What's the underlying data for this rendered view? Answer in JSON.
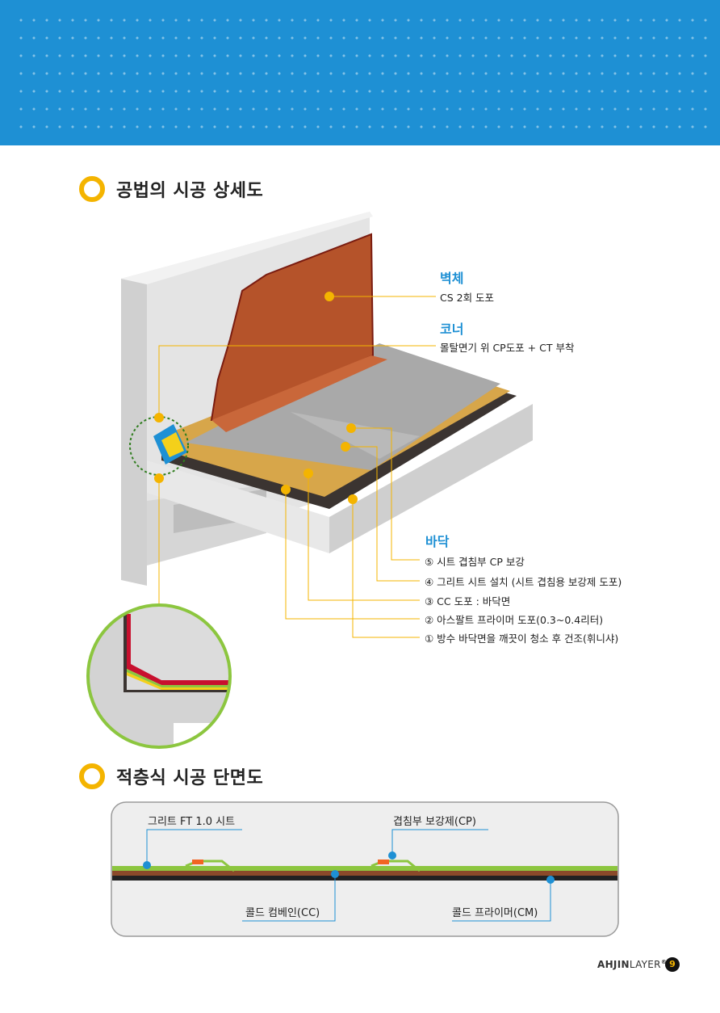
{
  "section1": {
    "title": "공법의 시공 상세도"
  },
  "section2": {
    "title": "적층식 시공 단면도"
  },
  "detail": {
    "wall": {
      "heading": "벽체",
      "text": "CS 2회 도포"
    },
    "corner": {
      "heading": "코너",
      "text": "몰탈면기 위 CP도포 + CT 부착"
    },
    "floor": {
      "heading": "바닥",
      "steps": [
        "⑤ 시트 겹침부 CP 보강",
        "④ 그리트 시트 설치 (시트 겹침용 보강제 도포)",
        "③ CC 도포 : 바닥면",
        "② 아스팔트 프라이머 도포(0.3~0.4리터)",
        "① 방수 바닥면을 깨끗이 청소 후 건조(휘니샤)"
      ]
    }
  },
  "section_view": {
    "labels": {
      "grit_sheet": "그리트 FT 1.0 시트",
      "overlap": "겹침부 보강제(CP)",
      "cold_cc": "콜드 컴베인(CC)",
      "cold_cm": "콜드 프라이머(CM)"
    }
  },
  "footer": {
    "brand_bold": "AHJIN",
    "brand_thin": "LAYER",
    "reg": "®",
    "page": "9"
  },
  "colors": {
    "accent": "#1e90d4",
    "dot": "#f4b400",
    "wall": "#b5532a",
    "green": "#8cc63f"
  }
}
